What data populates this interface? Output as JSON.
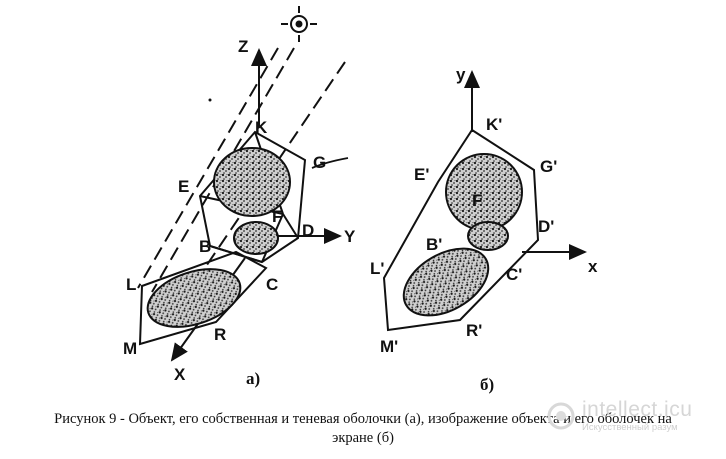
{
  "figure_a": {
    "points": [
      "K",
      "G",
      "E",
      "F",
      "D",
      "B",
      "C",
      "L",
      "M",
      "R"
    ],
    "axes": {
      "z": "Z",
      "y": "Y",
      "x": "X"
    },
    "label": "а)"
  },
  "figure_b": {
    "points": [
      "K'",
      "G'",
      "E'",
      "F",
      "B'",
      "D'",
      "L'",
      "C'",
      "M'",
      "R'"
    ],
    "axes": {
      "y": "y",
      "x": "x"
    },
    "label": "б)"
  },
  "caption": {
    "line1": "Рисунок 9 - Объект, его собственная и теневая оболочки (а), изображение объекта и его оболочек на",
    "line2": "экране (б)"
  },
  "watermark": {
    "name": "intellect.icu",
    "tagline": "Искусственный разум"
  }
}
